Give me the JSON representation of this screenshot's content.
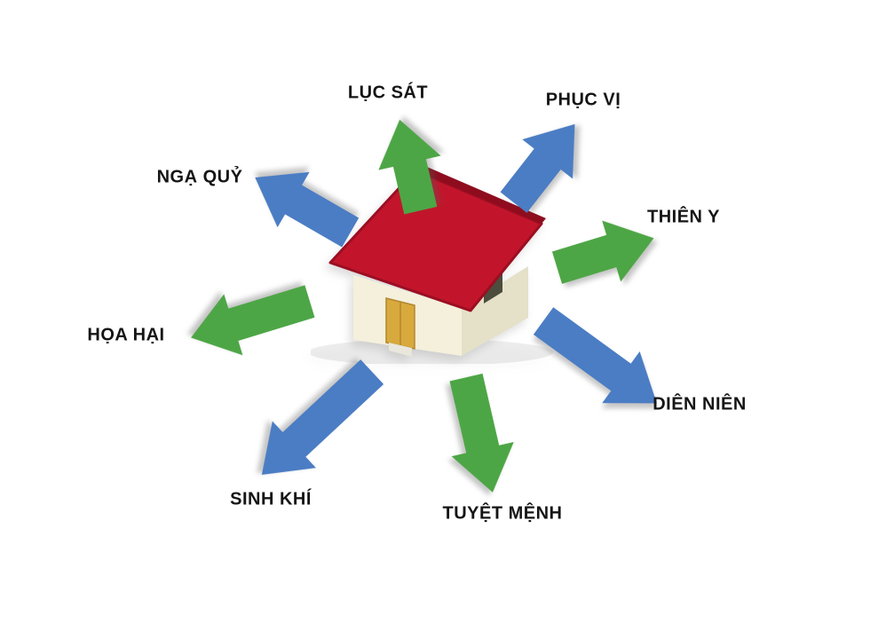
{
  "diagram": {
    "type": "radial-direction-diagram",
    "center_object": "house",
    "arrows": [
      {
        "label": "LỤC SÁT",
        "direction": "up",
        "color": "#4da645"
      },
      {
        "label": "PHỤC VỊ",
        "direction": "up-right",
        "color": "#4b7dc4"
      },
      {
        "label": "THIÊN Y",
        "direction": "right",
        "color": "#4da645"
      },
      {
        "label": "DIÊN NIÊN",
        "direction": "down-right",
        "color": "#4b7dc4"
      },
      {
        "label": "TUYỆT MỆNH",
        "direction": "down",
        "color": "#4da645"
      },
      {
        "label": "SINH KHÍ",
        "direction": "down-left",
        "color": "#4b7dc4"
      },
      {
        "label": "HỌA HẠI",
        "direction": "left",
        "color": "#4da645"
      },
      {
        "label": "NGẠ QUỶ",
        "direction": "up-left",
        "color": "#4b7dc4"
      }
    ],
    "house": {
      "colors": {
        "roof": "#c2152b",
        "roof_edge": "#8e0c1e",
        "wall_front": "#f4f0dc",
        "wall_side": "#e5e1c8",
        "door": "#d8a93c",
        "window": "#4d4d3d"
      }
    },
    "palette": {
      "green": "#4da645",
      "blue": "#4b7dc4",
      "text": "#151515",
      "background": "#ffffff"
    }
  }
}
